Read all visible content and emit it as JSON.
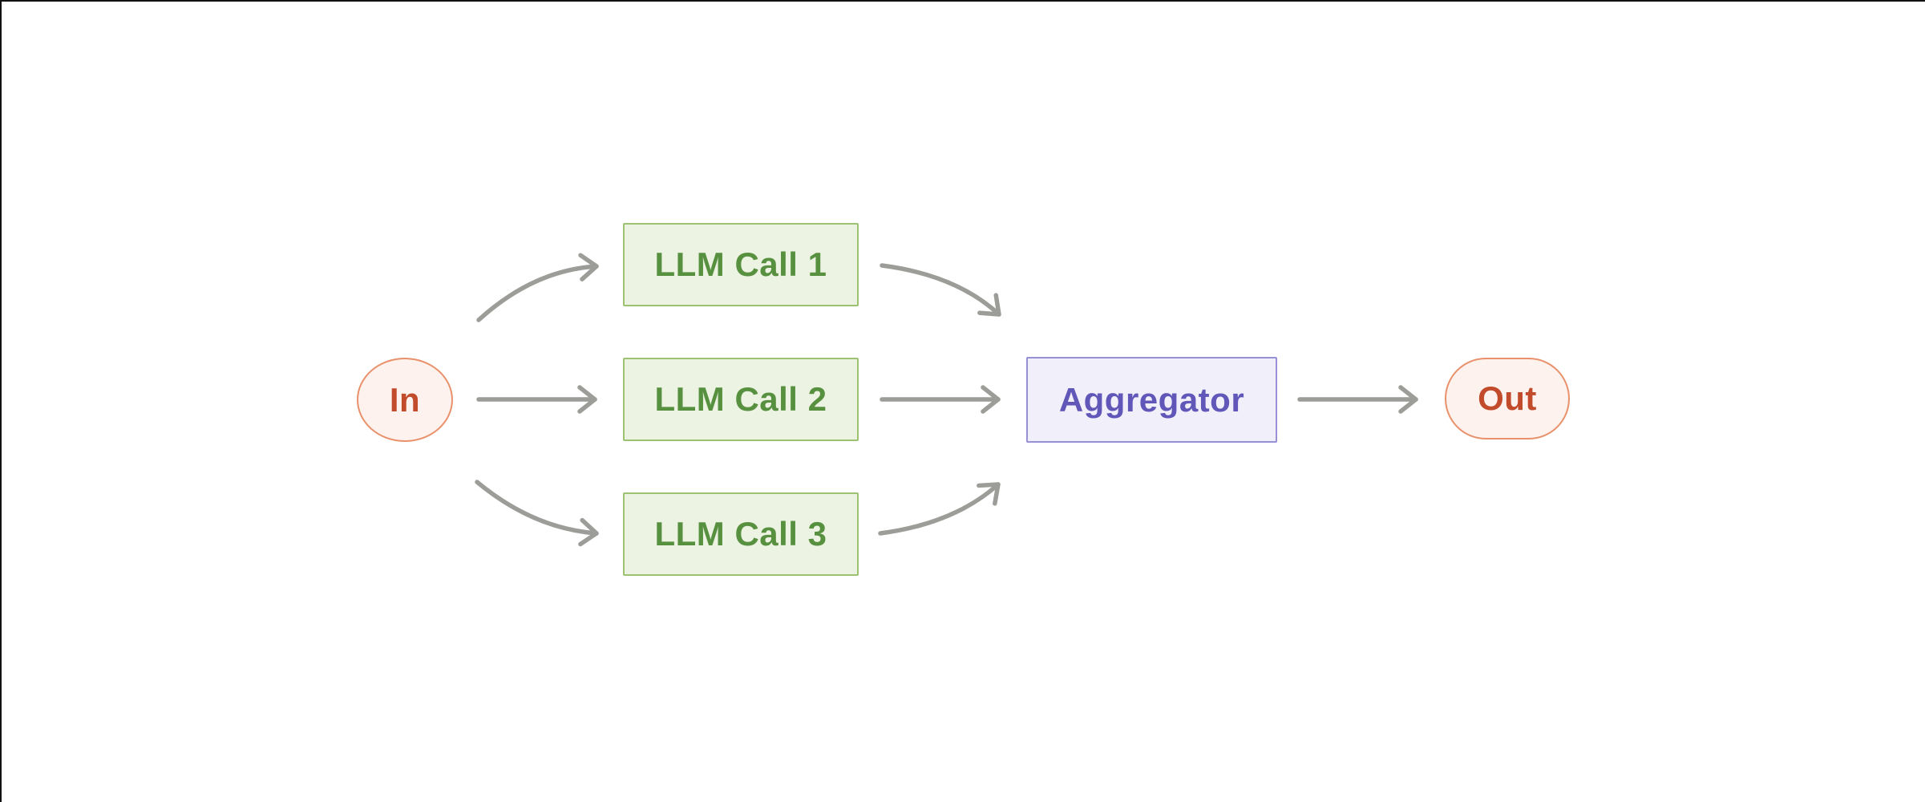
{
  "diagram": {
    "background": "#ffffff",
    "frame_line_color": "#111111",
    "arrow_color": "#9c9c98",
    "nodes": {
      "in": {
        "label": "In",
        "shape": "circle",
        "fill": "#fdf2ed",
        "border": "#e9916b",
        "text_color": "#c14b2b"
      },
      "llm_call_1": {
        "label": "LLM Call 1",
        "shape": "rect",
        "fill": "#edf3e3",
        "border": "#9bc171",
        "text_color": "#579140"
      },
      "llm_call_2": {
        "label": "LLM Call 2",
        "shape": "rect",
        "fill": "#edf3e3",
        "border": "#9bc171",
        "text_color": "#579140"
      },
      "llm_call_3": {
        "label": "LLM Call 3",
        "shape": "rect",
        "fill": "#edf3e3",
        "border": "#9bc171",
        "text_color": "#579140"
      },
      "aggregator": {
        "label": "Aggregator",
        "shape": "rect",
        "fill": "#f0effa",
        "border": "#9890d4",
        "text_color": "#6157b8"
      },
      "out": {
        "label": "Out",
        "shape": "pill",
        "fill": "#fdf2ed",
        "border": "#e9916b",
        "text_color": "#c14b2b"
      }
    },
    "edges": [
      {
        "from": "in",
        "to": "llm_call_1",
        "style": "curved"
      },
      {
        "from": "in",
        "to": "llm_call_2",
        "style": "straight"
      },
      {
        "from": "in",
        "to": "llm_call_3",
        "style": "curved"
      },
      {
        "from": "llm_call_1",
        "to": "aggregator",
        "style": "curved"
      },
      {
        "from": "llm_call_2",
        "to": "aggregator",
        "style": "straight"
      },
      {
        "from": "llm_call_3",
        "to": "aggregator",
        "style": "curved"
      },
      {
        "from": "aggregator",
        "to": "out",
        "style": "straight"
      }
    ]
  }
}
